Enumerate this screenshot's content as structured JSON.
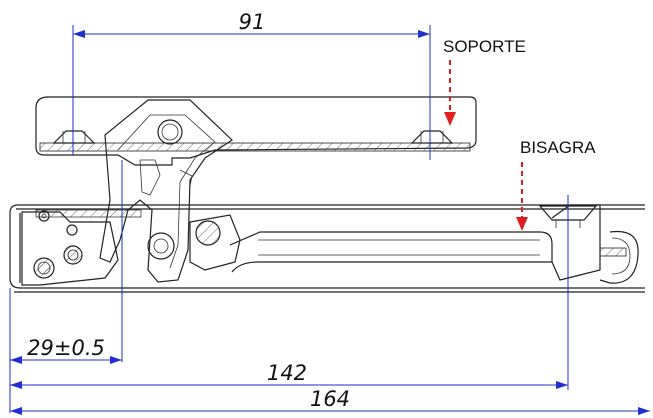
{
  "dimensions": {
    "top_width": "91",
    "offset": "29±0.5",
    "hinge_axis": "142",
    "overall": "164"
  },
  "callouts": {
    "support": "SOPORTE",
    "hinge": "BISAGRA"
  },
  "colors": {
    "dimension_lines": "#1f2fd0",
    "callout_arrows": "#e02020",
    "part_lines": "#222222"
  }
}
